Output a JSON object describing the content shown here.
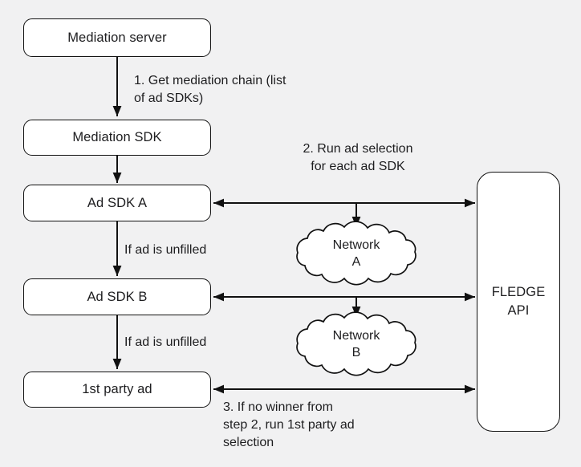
{
  "colors": {
    "background": "#f1f1f2",
    "stroke": "#111111",
    "text": "#1d1d1f",
    "node_fill": "#ffffff"
  },
  "nodes": {
    "mediation_server": {
      "label": "Mediation server"
    },
    "mediation_sdk": {
      "label": "Mediation SDK"
    },
    "ad_sdk_a": {
      "label": "Ad SDK A"
    },
    "ad_sdk_b": {
      "label": "Ad SDK B"
    },
    "first_party_ad": {
      "label": "1st party ad"
    },
    "fledge_api": {
      "lines": [
        "FLEDGE",
        "API"
      ]
    },
    "network_a": {
      "lines": [
        "Network",
        "A"
      ]
    },
    "network_b": {
      "lines": [
        "Network",
        "B"
      ]
    }
  },
  "annotations": {
    "step1": {
      "lines": [
        "1. Get mediation chain (list",
        "of ad SDKs)"
      ]
    },
    "step2": {
      "lines": [
        "2. Run ad selection",
        "for each ad SDK"
      ]
    },
    "unfilled_a": {
      "label": "If ad is unfilled"
    },
    "unfilled_b": {
      "label": "If ad is unfilled"
    },
    "step3": {
      "lines": [
        "3. If no winner from",
        "step 2, run 1st party ad",
        "selection"
      ]
    }
  }
}
